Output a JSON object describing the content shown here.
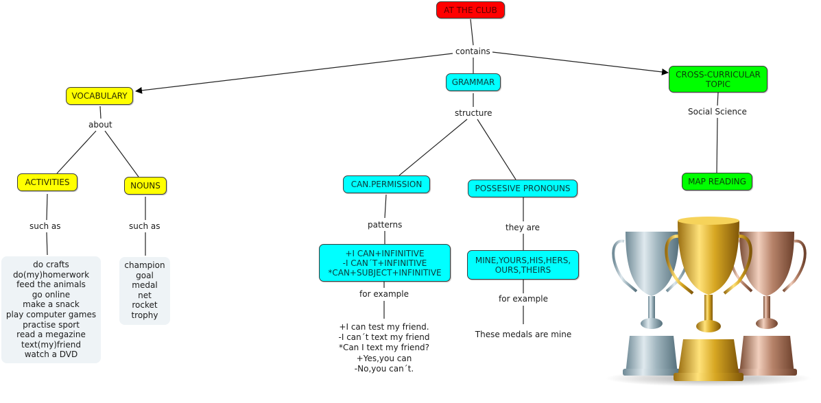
{
  "colors": {
    "root": "#ff0000",
    "category": "#ffff00",
    "grammar": "#00ffff",
    "cross_curricular": "#00ff00",
    "list_bg": "#eef3f6"
  },
  "root": {
    "label": "AT THE CLUB"
  },
  "root_link": {
    "label": "contains"
  },
  "vocabulary": {
    "label": "VOCABULARY",
    "link": "about",
    "activities": {
      "label": "ACTIVITIES",
      "link": "such as",
      "items": [
        "do crafts",
        "do(my)homerwork",
        "feed the animals",
        "go online",
        "make a snack",
        "play computer games",
        "practise sport",
        "read a megazine",
        "text(my)friend",
        "watch a DVD"
      ]
    },
    "nouns": {
      "label": "NOUNS",
      "link": "such as",
      "items": [
        "champion",
        "goal",
        "medal",
        "net",
        "rocket",
        "trophy"
      ]
    }
  },
  "grammar": {
    "label": "GRAMMAR",
    "link": "structure",
    "can_permission": {
      "label": "CAN.PERMISSION",
      "link": "patterns",
      "patterns": [
        "+I CAN+INFINITIVE",
        "-I CAN´T+INFINITIVE",
        "*CAN+SUBJECT+INFINITIVE"
      ],
      "example_link": "for example",
      "examples": [
        "+I can test my friend.",
        "-I can´t text my friend",
        "*Can I text my friend?",
        "+Yes,you can",
        "-No,you can´t."
      ]
    },
    "possessive_pronouns": {
      "label": "POSSESIVE PRONOUNS",
      "link": "they are",
      "pronouns": [
        "MINE,YOURS,HIS,HERS,",
        "OURS,THEIRS"
      ],
      "example_link": "for example",
      "example": "These medals are mine"
    }
  },
  "cross_curricular": {
    "label_lines": [
      "CROSS-CURRICULAR",
      "TOPIC"
    ],
    "link": "Social Science",
    "child": {
      "label": "MAP READING"
    }
  },
  "image": {
    "description": "gold, silver and bronze trophies"
  }
}
